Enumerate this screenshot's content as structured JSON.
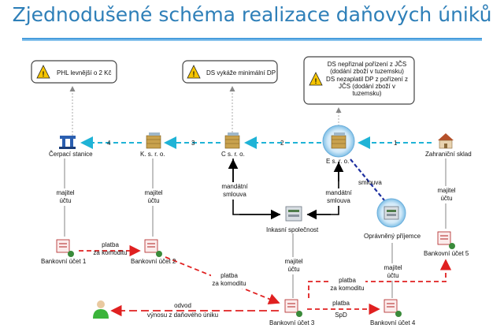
{
  "title": "Zjednodušené schéma realizace daňových úniků",
  "notes": {
    "phl": [
      "PHL levnější o 2 Kč"
    ],
    "ds_min": [
      "DS vykáže minimální DP"
    ],
    "ds_jcs": [
      "DS nepřiznal pořízení z JČS",
      "(dodání zboží v tuzemsku)",
      "DS nezaplatil DP z pořízení z",
      "JČS (dodání zboží v",
      "tuzemsku)"
    ]
  },
  "nodes": {
    "cerpaci": "Čerpací stanice",
    "k_sro": "K. s. r. o.",
    "c_sro": "C s. r. o.",
    "e_sro": "E s. r. o.",
    "zahranicni": "Zahraniční sklad",
    "inkasni": "Inkasní společnost",
    "opravneny": "Oprávněný příjemce",
    "person": "person"
  },
  "accounts": {
    "ba1": "Bankovní účet 1",
    "ba2": "Bankovní účet 2",
    "ba3": "Bankovní účet 3",
    "ba4": "Bankovní účet 4",
    "ba5": "Bankovní účet 5"
  },
  "flow_numbers": {
    "n1": "1",
    "n2": "2",
    "n3": "3",
    "n4": "4"
  },
  "labels": {
    "majitel1": [
      "majitel",
      "účtu"
    ],
    "majitel2": [
      "majitel",
      "účtu"
    ],
    "majitel3": [
      "majitel",
      "účtu"
    ],
    "majitel4": [
      "majitel",
      "účtu"
    ],
    "majitel5": [
      "majitel",
      "účtu"
    ],
    "mandatni1": [
      "mandátní",
      "smlouva"
    ],
    "mandatni2": [
      "mandátní",
      "smlouva"
    ],
    "smlouva": "smlouva",
    "platba12": [
      "platba",
      "za komoditu"
    ],
    "platba23": [
      "platba",
      "za komoditu"
    ],
    "platba35": [
      "platba",
      "za komoditu"
    ],
    "platba34": [
      "platba",
      "SpD"
    ],
    "odvod": [
      "odvod",
      "výnosu z daňového úniku"
    ]
  },
  "colors": {
    "title": "#2e7fb8",
    "cyan_flow": "#1fb3d6",
    "payment_red": "#e02020",
    "contract_blue": "#1d2fa0",
    "black": "#000000"
  }
}
